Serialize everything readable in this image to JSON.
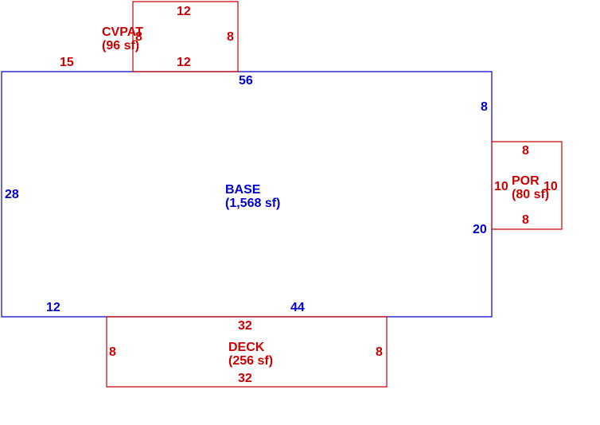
{
  "colors": {
    "base": "#0000cc",
    "addition": "#cc0000"
  },
  "base": {
    "name": "BASE",
    "area": "(1,568 sf)",
    "dims": {
      "top": "56",
      "right_upper": "8",
      "left": "28",
      "right_lower": "20",
      "bottom_left": "12",
      "bottom_right": "44"
    }
  },
  "cvpat": {
    "name": "CVPAT",
    "area": "(96 sf)",
    "dims": {
      "top": "12",
      "left": "8",
      "right": "8",
      "bottom": "12",
      "offset": "15"
    }
  },
  "por": {
    "name": "POR",
    "area": "(80 sf)",
    "dims": {
      "top": "8",
      "left": "10",
      "right": "10",
      "bottom": "8"
    }
  },
  "deck": {
    "name": "DECK",
    "area": "(256 sf)",
    "dims": {
      "top": "32",
      "left": "8",
      "right": "8",
      "bottom": "32"
    }
  }
}
